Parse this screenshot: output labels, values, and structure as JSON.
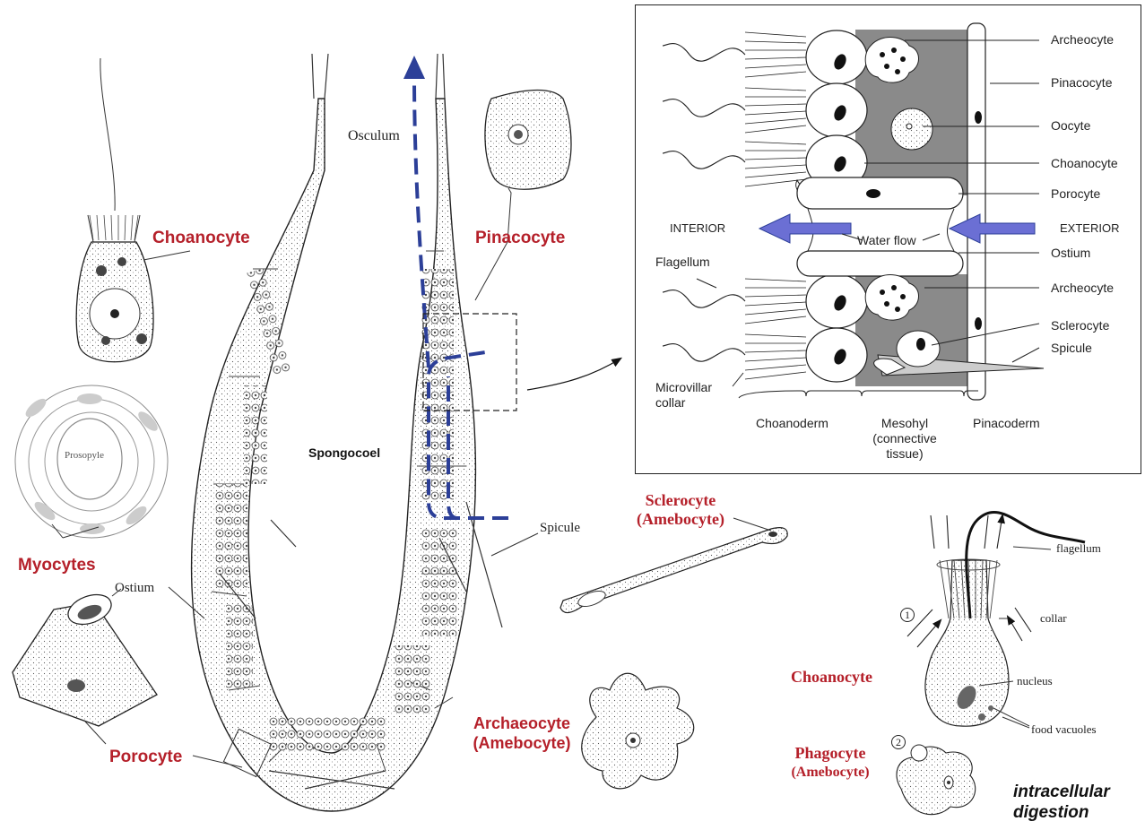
{
  "left_figure": {
    "osculum": "Osculum",
    "spongocoel": "Spongocoel",
    "ostium": "Ostium",
    "spicule": "Spicule",
    "prosopyle": "Prosopyle"
  },
  "cell_labels": {
    "choanocyte": "Choanocyte",
    "pinacocyte": "Pinacocyte",
    "myocytes": "Myocytes",
    "porocyte": "Porocyte",
    "sclerocyte_line1": "Sclerocyte",
    "sclerocyte_line2": "(Amebocyte)",
    "archaeocyte_line1": "Archaeocyte",
    "archaeocyte_line2": "(Amebocyte)"
  },
  "inset": {
    "right_labels": [
      "Archeocyte",
      "Pinacocyte",
      "Oocyte",
      "Choanocyte",
      "Porocyte",
      "EXTERIOR",
      "Ostium",
      "Archeocyte",
      "Sclerocyte",
      "Spicule"
    ],
    "interior": "INTERIOR",
    "water_flow": "Water flow",
    "flagellum": "Flagellum",
    "microvillar_line1": "Microvillar",
    "microvillar_line2": "collar",
    "choanoderm": "Choanoderm",
    "mesohyl_line1": "Mesohyl",
    "mesohyl_line2": "(connective",
    "mesohyl_line3": "tissue)",
    "pinacoderm": "Pinacoderm"
  },
  "bottom_right": {
    "flagellum": "flagellum",
    "collar": "collar",
    "nucleus": "nucleus",
    "food_vacuoles": "food vacuoles",
    "step1": "1",
    "step2": "2",
    "choanocyte": "Choanocyte",
    "phagocyte_line1": "Phagocyte",
    "phagocyte_line2": "(Amebocyte)",
    "caption_line1": "intracellular",
    "caption_line2": "digestion"
  },
  "colors": {
    "label_red": "#b5202a",
    "flow_blue": "#2c3f98",
    "arrow_fill": "#6b6fd4",
    "mesohyl_gray": "#8a8a8a"
  }
}
